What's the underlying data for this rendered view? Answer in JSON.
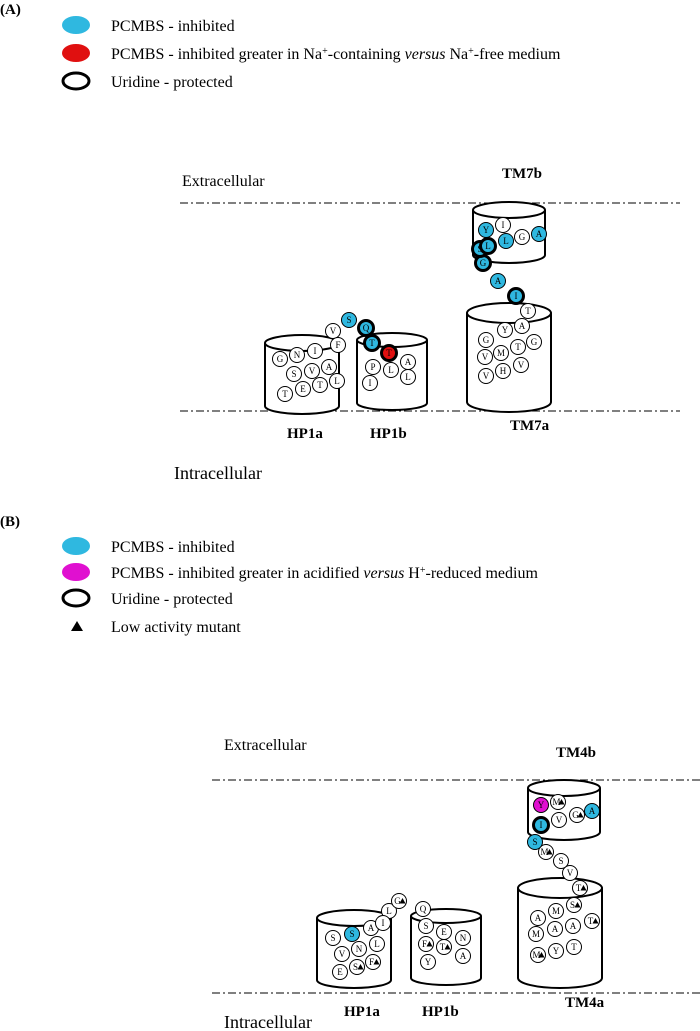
{
  "colors": {
    "inhibited": "#2fb8e0",
    "sodium": "#e01010",
    "acid": "#e010d0",
    "outline": "#000000"
  },
  "panel_a": {
    "label": "(A)",
    "legend": {
      "inhibited": "PCMBS - inhibited",
      "sodium_pre": "PCMBS - inhibited greater in Na",
      "sodium_mid": "-containing ",
      "sodium_italic": "versus",
      "sodium_mid2": " Na",
      "sodium_post": "-free medium",
      "plus": "+",
      "protected": "Uridine - protected"
    },
    "extracellular": "Extracellular",
    "intracellular": "Intracellular",
    "tm7b": "TM7b",
    "tm7a": "TM7a",
    "hp1a": "HP1a",
    "hp1b": "HP1b",
    "residues": {
      "hp1a": [
        "G",
        "N",
        "I",
        "S",
        "V",
        "A",
        "T",
        "E",
        "T",
        "L"
      ],
      "hp1a_loop": [
        "V",
        "F",
        "S"
      ],
      "hp1b": [
        "Q",
        "T",
        "P",
        "L",
        "A",
        "I",
        "L"
      ],
      "hp1b_top": "T",
      "tm7a": [
        "G",
        "Y",
        "A",
        "V",
        "M",
        "T",
        "G",
        "V",
        "H",
        "V"
      ],
      "tm7_loop": [
        "T",
        "I",
        "A",
        "G",
        "S",
        "L"
      ],
      "tm7b": [
        "Y",
        "I",
        "L",
        "L",
        "G",
        "A"
      ]
    }
  },
  "panel_b": {
    "label": "(B)",
    "legend": {
      "inhibited": "PCMBS - inhibited",
      "acid_pre": "PCMBS - inhibited greater in acidified ",
      "acid_italic": "versus",
      "acid_mid": " H",
      "acid_post": "-reduced medium",
      "plus": "+",
      "protected": "Uridine - protected",
      "low_activity": "Low activity mutant"
    },
    "extracellular": "Extracellular",
    "intracellular": "Intracellular",
    "tm4b": "TM4b",
    "tm4a": "TM4a",
    "hp1a": "HP1a",
    "hp1b": "HP1b",
    "residues": {
      "hp1a": [
        "S",
        "S",
        "A",
        "V",
        "N",
        "L",
        "E",
        "S",
        "F"
      ],
      "hp1a_loop": [
        "L",
        "I",
        "G",
        "Q"
      ],
      "hp1b": [
        "S",
        "E",
        "F",
        "T",
        "N",
        "Y",
        "A"
      ],
      "tm4a": [
        "A",
        "M",
        "S",
        "M",
        "A",
        "A",
        "T",
        "M",
        "Y",
        "T"
      ],
      "tm4_loop": [
        "T",
        "V",
        "S",
        "M",
        "S"
      ],
      "tm4b": [
        "Y",
        "M",
        "I",
        "V",
        "G",
        "A"
      ]
    }
  }
}
